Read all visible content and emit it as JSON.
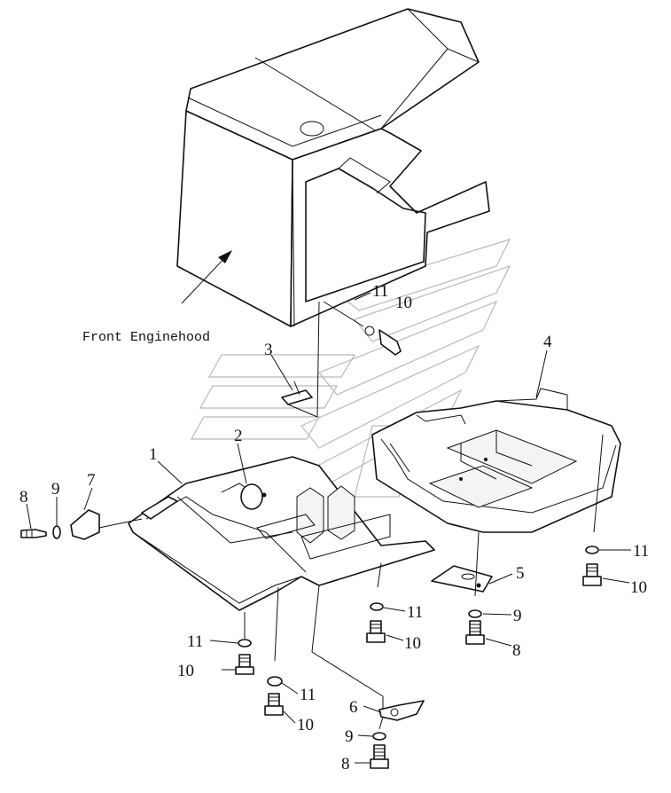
{
  "caption": "Front Enginehood",
  "callouts": [
    "11",
    "10",
    "3",
    "4",
    "2",
    "1",
    "7",
    "9",
    "8",
    "5",
    "6"
  ]
}
